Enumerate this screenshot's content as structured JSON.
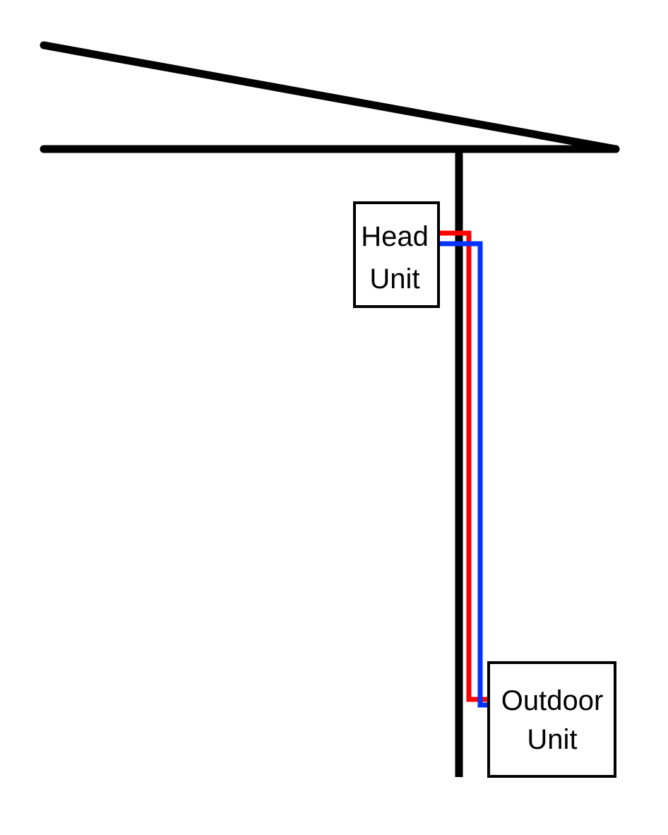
{
  "head_unit": {
    "line1": "Head",
    "line2": "Unit"
  },
  "outdoor_unit": {
    "line1": "Outdoor",
    "line2": "Unit"
  },
  "colors": {
    "structure": "#000000",
    "line_hot": "#ff0000",
    "line_cold": "#0033ff",
    "background": "#ffffff"
  }
}
